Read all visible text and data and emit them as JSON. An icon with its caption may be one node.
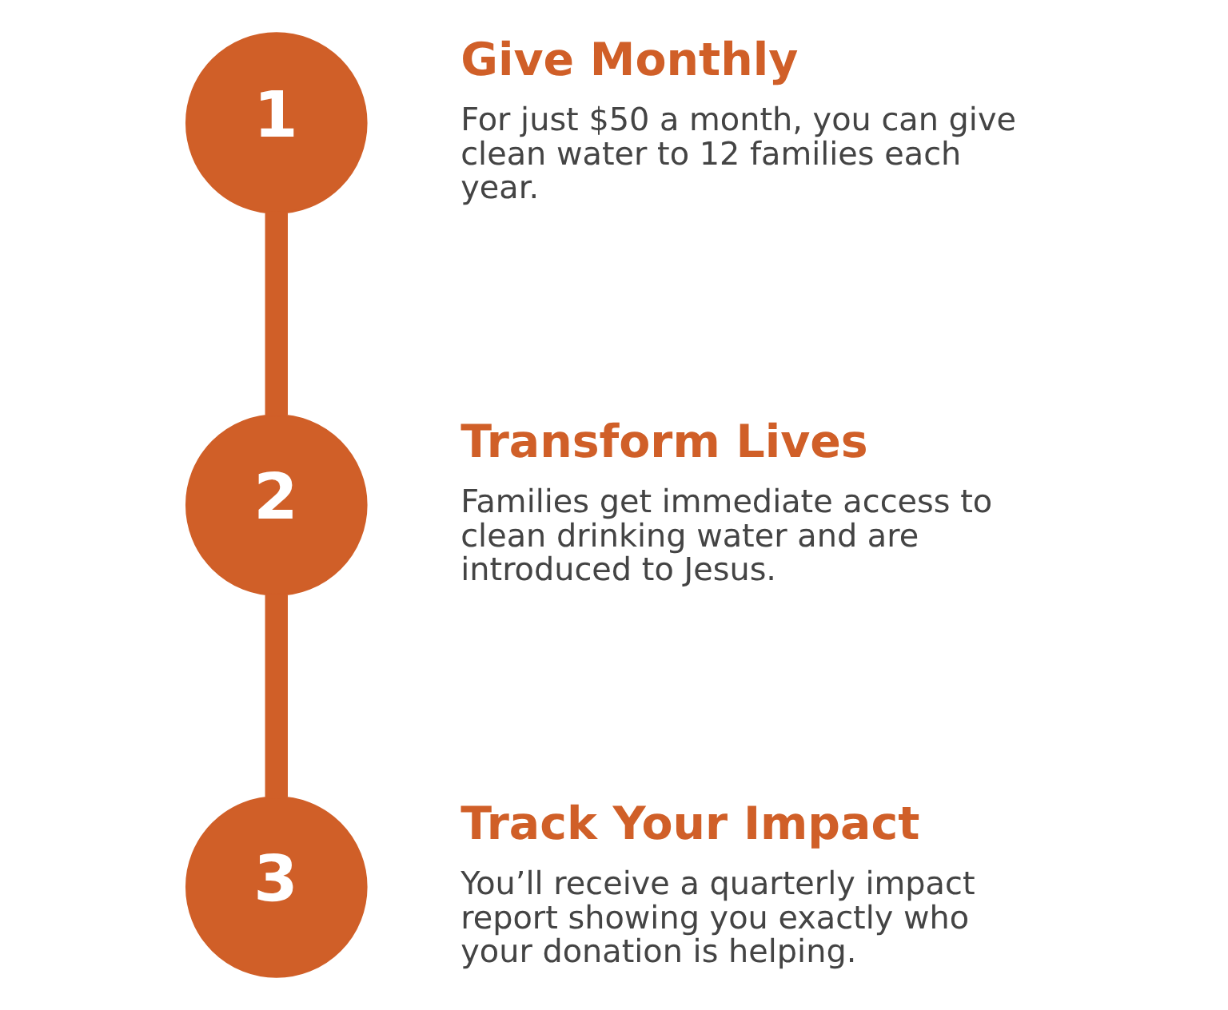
{
  "diagram": {
    "nodes": [
      {
        "text": [
          "1"
        ],
        "beside": [
          "Give Monthly",
          "For just $50 a month, you can give clean water to 12 families each year."
        ]
      },
      {
        "text": [
          "2"
        ],
        "beside": [
          "Transform Lives",
          "Families get immediate access to clean drinking water and are introduced to Jesus."
        ]
      },
      {
        "text": [
          "3"
        ],
        "beside": [
          "Track Your Impact",
          "You’ll receive a quarterly impact report showing you exactly who your donation is helping."
        ]
      }
    ],
    "edges": [
      {
        "from": 0,
        "to": 1,
        "arrow": "none"
      },
      {
        "from": 1,
        "to": 2,
        "arrow": "none"
      }
    ]
  }
}
